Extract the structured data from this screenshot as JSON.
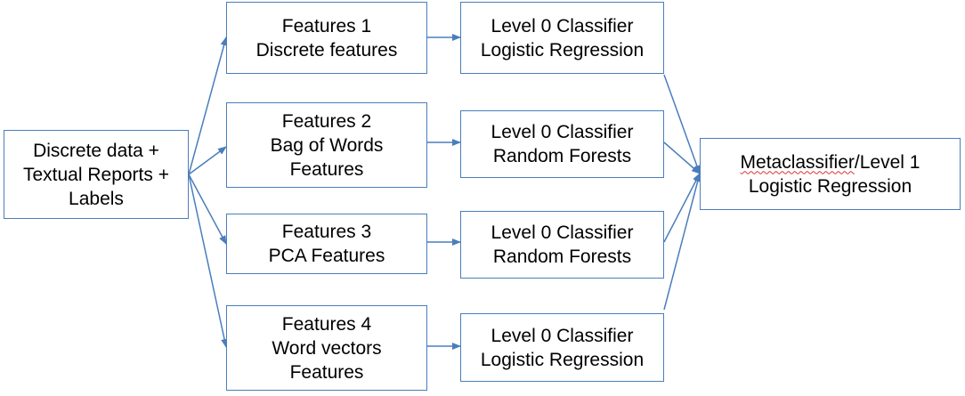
{
  "colors": {
    "border": "#4a7ebb",
    "arrow": "#4a7ebb",
    "text": "#000000",
    "spellcheck": "#e03030"
  },
  "input": {
    "lines": [
      "Discrete data +",
      "Textual Reports +",
      "Labels"
    ]
  },
  "features": [
    {
      "lines": [
        "Features 1",
        "Discrete features"
      ]
    },
    {
      "lines": [
        "Features 2",
        "Bag of Words",
        "Features"
      ]
    },
    {
      "lines": [
        "Features 3",
        "PCA Features"
      ]
    },
    {
      "lines": [
        "Features 4",
        "Word vectors",
        "Features"
      ]
    }
  ],
  "classifiers": [
    {
      "lines": [
        "Level 0 Classifier",
        "Logistic Regression"
      ]
    },
    {
      "lines": [
        "Level 0 Classifier",
        "Random Forests"
      ]
    },
    {
      "lines": [
        "Level 0 Classifier",
        "Random Forests"
      ]
    },
    {
      "lines": [
        "Level 0 Classifier",
        "Logistic Regression"
      ]
    }
  ],
  "meta": {
    "line1_word": "Metaclassifier",
    "line1_rest": "/Level 1",
    "line2": "Logistic Regression"
  }
}
